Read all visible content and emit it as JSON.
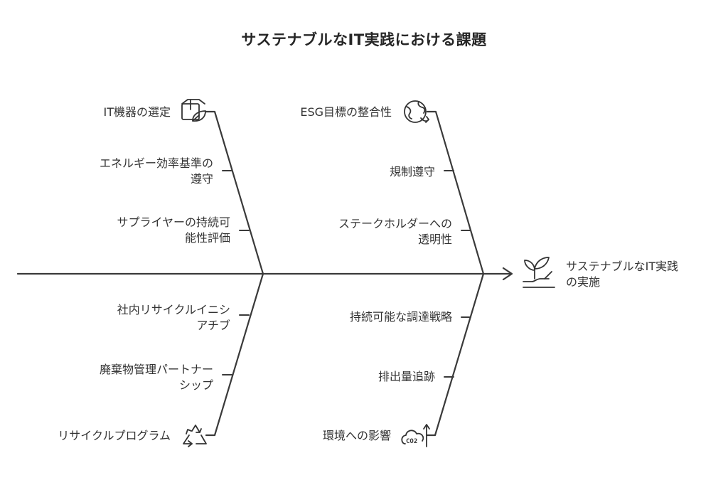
{
  "title": "サステナブルなIT実践における課題",
  "effect": {
    "line1": "サステナブルなIT実践",
    "line2": "の実施",
    "icon": "sprout-hand-icon"
  },
  "branches": {
    "upper_left": {
      "head": "IT機器の選定",
      "head_icon": "eco-box-icon",
      "causes": [
        {
          "line1": "エネルギー効率基準の",
          "line2": "遵守"
        },
        {
          "line1": "サプライヤーの持続可",
          "line2": "能性評価"
        }
      ]
    },
    "upper_right": {
      "head": "ESG目標の整合性",
      "head_icon": "globe-cycle-icon",
      "causes": [
        {
          "line1": "規制遵守",
          "line2": ""
        },
        {
          "line1": "ステークホルダーへの",
          "line2": "透明性"
        }
      ]
    },
    "lower_left": {
      "head": "リサイクルプログラム",
      "head_icon": "recycle-icon",
      "causes": [
        {
          "line1": "社内リサイクルイニシ",
          "line2": "アチブ"
        },
        {
          "line1": "廃棄物管理パートナー",
          "line2": "シップ"
        }
      ]
    },
    "lower_right": {
      "head": "環境への影響",
      "head_icon": "co2-cloud-icon",
      "head_icon_text": "CO2",
      "causes": [
        {
          "line1": "持続可能な調達戦略",
          "line2": ""
        },
        {
          "line1": "排出量追跡",
          "line2": ""
        }
      ]
    }
  }
}
